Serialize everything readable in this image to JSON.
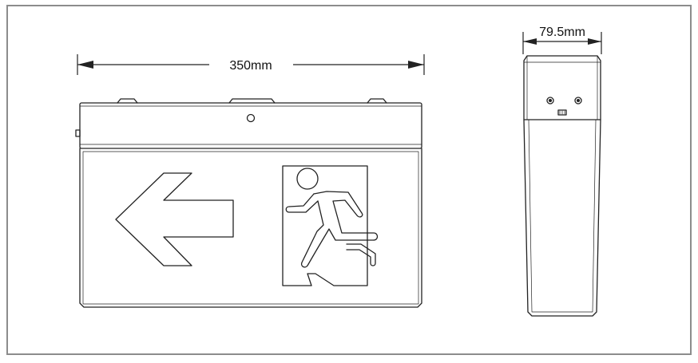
{
  "dimensions": {
    "front_width": "350mm",
    "side_depth": "79.5mm"
  },
  "colors": {
    "frame_border": "#8c8c8c",
    "line": "#222222",
    "background": "#ffffff"
  },
  "icons": {
    "arrow": "left-arrow",
    "running_man": "exit-running-man"
  }
}
